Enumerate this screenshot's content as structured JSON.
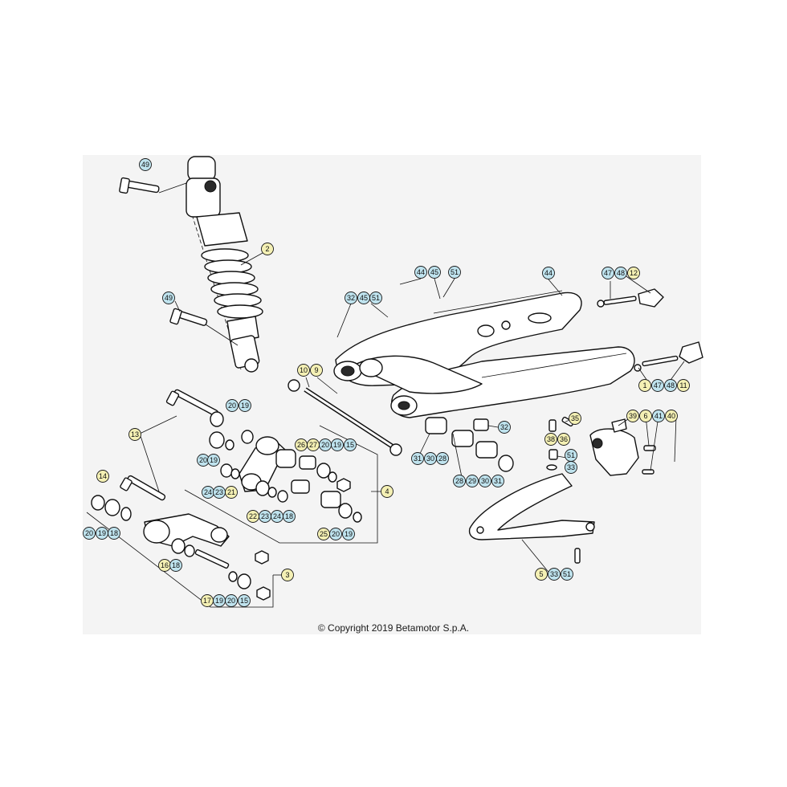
{
  "copyright": "© Copyright 2019 Betamotor S.p.A.",
  "colors": {
    "cyan": "#bfe3ee",
    "yellow": "#f4f0b4",
    "ink": "#111111",
    "panel": "#f4f4f4"
  },
  "callouts": [
    {
      "label": "49",
      "style": "cyan"
    },
    {
      "label": "2",
      "style": "yellow"
    },
    {
      "label": "49",
      "style": "cyan"
    },
    {
      "label": "44",
      "style": "cyan"
    },
    {
      "label": "45",
      "style": "cyan"
    },
    {
      "label": "51",
      "style": "cyan"
    },
    {
      "label": "32",
      "style": "cyan"
    },
    {
      "label": "45",
      "style": "cyan"
    },
    {
      "label": "51",
      "style": "cyan"
    },
    {
      "label": "44",
      "style": "cyan"
    },
    {
      "label": "47",
      "style": "cyan"
    },
    {
      "label": "48",
      "style": "cyan"
    },
    {
      "label": "12",
      "style": "yellow"
    },
    {
      "label": "10",
      "style": "yellow"
    },
    {
      "label": "9",
      "style": "yellow"
    },
    {
      "label": "1",
      "style": "yellow"
    },
    {
      "label": "47",
      "style": "cyan"
    },
    {
      "label": "48",
      "style": "cyan"
    },
    {
      "label": "11",
      "style": "yellow"
    },
    {
      "label": "20",
      "style": "cyan"
    },
    {
      "label": "19",
      "style": "cyan"
    },
    {
      "label": "13",
      "style": "yellow"
    },
    {
      "label": "26",
      "style": "yellow"
    },
    {
      "label": "27",
      "style": "yellow"
    },
    {
      "label": "20",
      "style": "cyan"
    },
    {
      "label": "19",
      "style": "cyan"
    },
    {
      "label": "15",
      "style": "cyan"
    },
    {
      "label": "32",
      "style": "cyan"
    },
    {
      "label": "35",
      "style": "yellow"
    },
    {
      "label": "39",
      "style": "yellow"
    },
    {
      "label": "6",
      "style": "yellow"
    },
    {
      "label": "41",
      "style": "cyan"
    },
    {
      "label": "40",
      "style": "yellow"
    },
    {
      "label": "20",
      "style": "cyan"
    },
    {
      "label": "19",
      "style": "cyan"
    },
    {
      "label": "31",
      "style": "cyan"
    },
    {
      "label": "30",
      "style": "cyan"
    },
    {
      "label": "28",
      "style": "cyan"
    },
    {
      "label": "38",
      "style": "yellow"
    },
    {
      "label": "36",
      "style": "yellow"
    },
    {
      "label": "33",
      "style": "cyan"
    },
    {
      "label": "14",
      "style": "yellow"
    },
    {
      "label": "24",
      "style": "cyan"
    },
    {
      "label": "23",
      "style": "cyan"
    },
    {
      "label": "21",
      "style": "yellow"
    },
    {
      "label": "4",
      "style": "yellow"
    },
    {
      "label": "28",
      "style": "cyan"
    },
    {
      "label": "29",
      "style": "cyan"
    },
    {
      "label": "30",
      "style": "cyan"
    },
    {
      "label": "31",
      "style": "cyan"
    },
    {
      "label": "51",
      "style": "cyan"
    },
    {
      "label": "22",
      "style": "yellow"
    },
    {
      "label": "23",
      "style": "cyan"
    },
    {
      "label": "24",
      "style": "cyan"
    },
    {
      "label": "18",
      "style": "cyan"
    },
    {
      "label": "20",
      "style": "cyan"
    },
    {
      "label": "19",
      "style": "cyan"
    },
    {
      "label": "18",
      "style": "cyan"
    },
    {
      "label": "25",
      "style": "yellow"
    },
    {
      "label": "20",
      "style": "cyan"
    },
    {
      "label": "19",
      "style": "cyan"
    },
    {
      "label": "16",
      "style": "yellow"
    },
    {
      "label": "18",
      "style": "cyan"
    },
    {
      "label": "3",
      "style": "yellow"
    },
    {
      "label": "5",
      "style": "yellow"
    },
    {
      "label": "33",
      "style": "cyan"
    },
    {
      "label": "51",
      "style": "cyan"
    },
    {
      "label": "17",
      "style": "yellow"
    },
    {
      "label": "19",
      "style": "cyan"
    },
    {
      "label": "20",
      "style": "cyan"
    },
    {
      "label": "15",
      "style": "cyan"
    }
  ]
}
